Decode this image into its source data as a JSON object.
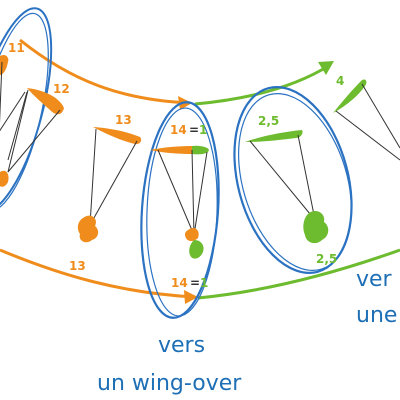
{
  "colors": {
    "orange": "#ef8c1c",
    "green": "#6dbb2e",
    "blue": "#2b72c2",
    "line": "#333333",
    "caption": "#1e6fb5"
  },
  "labels": {
    "n11": "11",
    "n12": "12",
    "n13_top": "13",
    "n13_low": "13",
    "n14_top_14": "14",
    "n14_top_eq": "=",
    "n14_top_1": "1",
    "n14_low_14": "14",
    "n14_low_eq": "=",
    "n14_low_1": "1",
    "n25_top": "2,5",
    "n25_low": "2,5",
    "n4": "4"
  },
  "captions": {
    "wingover_line1": "vers",
    "wingover_line2": "un wing-over",
    "right_line1": "ver",
    "right_line2": "une"
  }
}
